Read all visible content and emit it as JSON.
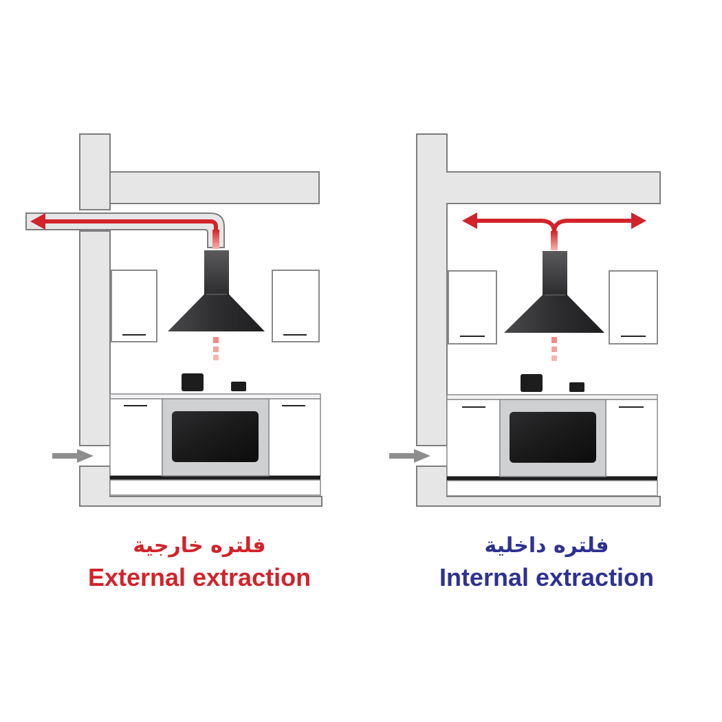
{
  "colors": {
    "wall_fill": "#e6e6e7",
    "wall_stroke": "#7d7d80",
    "airflow_red": "#d2232a",
    "fume_pink": "#f6a7a0",
    "hood_dark": "#3a3a3c",
    "intake_arrow": "#8e8e8e",
    "external_label": "#d2232a",
    "internal_label": "#2e3192"
  },
  "icons": {
    "exhaust_arrow": "arrow-left-icon",
    "recirculation_arrow": "double-arrow-icon",
    "intake_arrow": "arrow-right-icon",
    "hood": "chimney-hood-icon",
    "oven": "oven-icon",
    "pot": "pot-icon"
  },
  "panels": [
    {
      "key": "external",
      "label_ar": "فلتره خارجية",
      "label_en": "External extraction"
    },
    {
      "key": "internal",
      "label_ar": "فلتره داخلية",
      "label_en": "Internal extraction"
    }
  ]
}
